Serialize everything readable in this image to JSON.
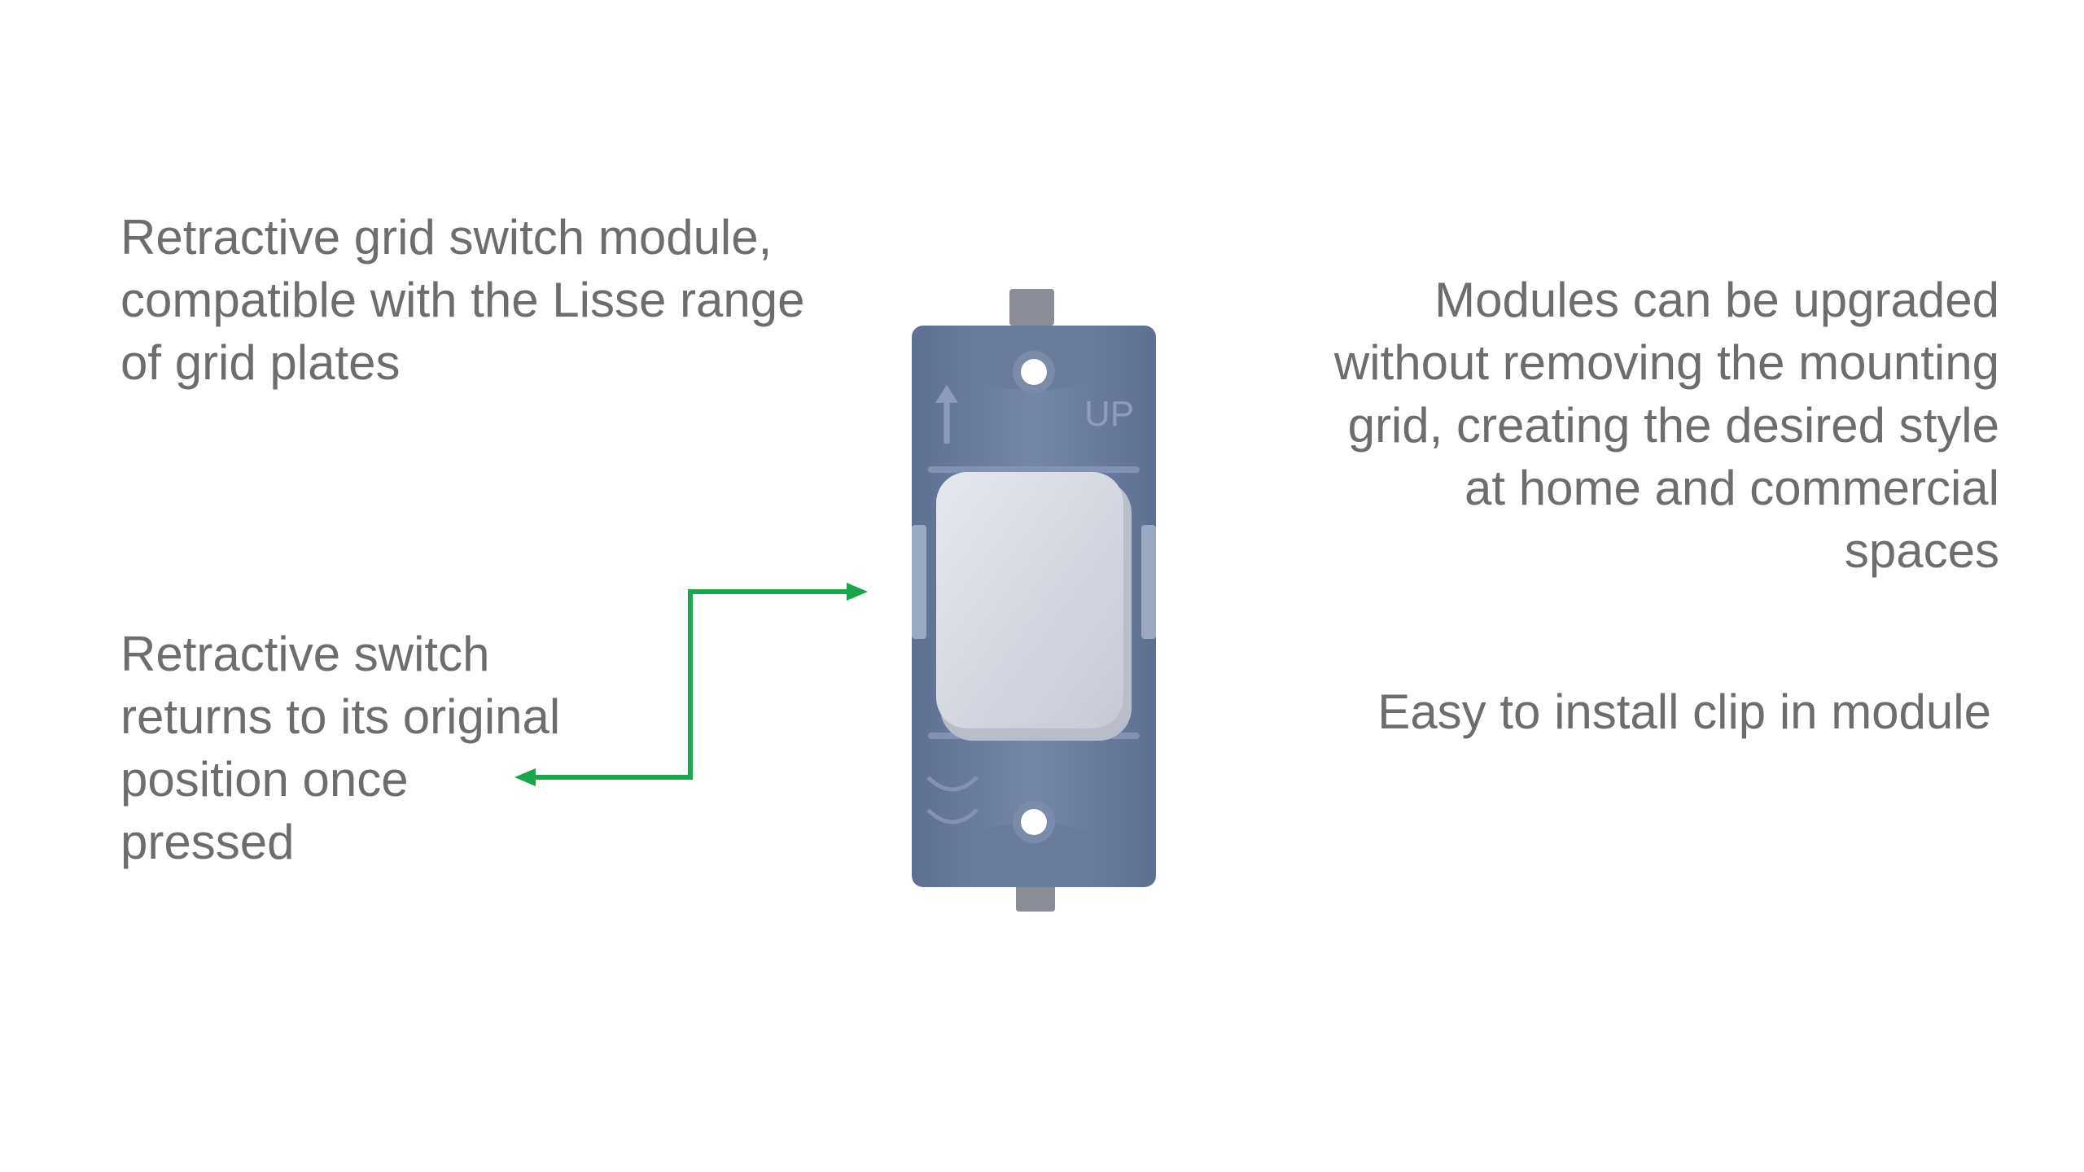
{
  "captions": {
    "left_top": [
      "Retractive grid switch module,",
      "compatible with the Lisse range",
      "of grid plates"
    ],
    "left_bottom": [
      "Retractive switch",
      "returns to its original",
      "position once",
      "pressed"
    ],
    "right_top": [
      "Modules can be upgraded",
      "without removing the mounting",
      "grid, creating the desired style",
      "at home and commercial",
      "spaces"
    ],
    "right_bottom": [
      "Easy to install clip in module"
    ]
  },
  "product": {
    "up_marking": "UP",
    "frame_color": "#6f80a3",
    "rocker_color": "#d8dbe4"
  },
  "colors": {
    "text": "#6d6d6d",
    "arrow": "#1aa64a",
    "background": "#ffffff"
  },
  "icons": {
    "arrow": "double-headed-elbow-arrow",
    "up_indicator": "up-arrow-icon"
  }
}
